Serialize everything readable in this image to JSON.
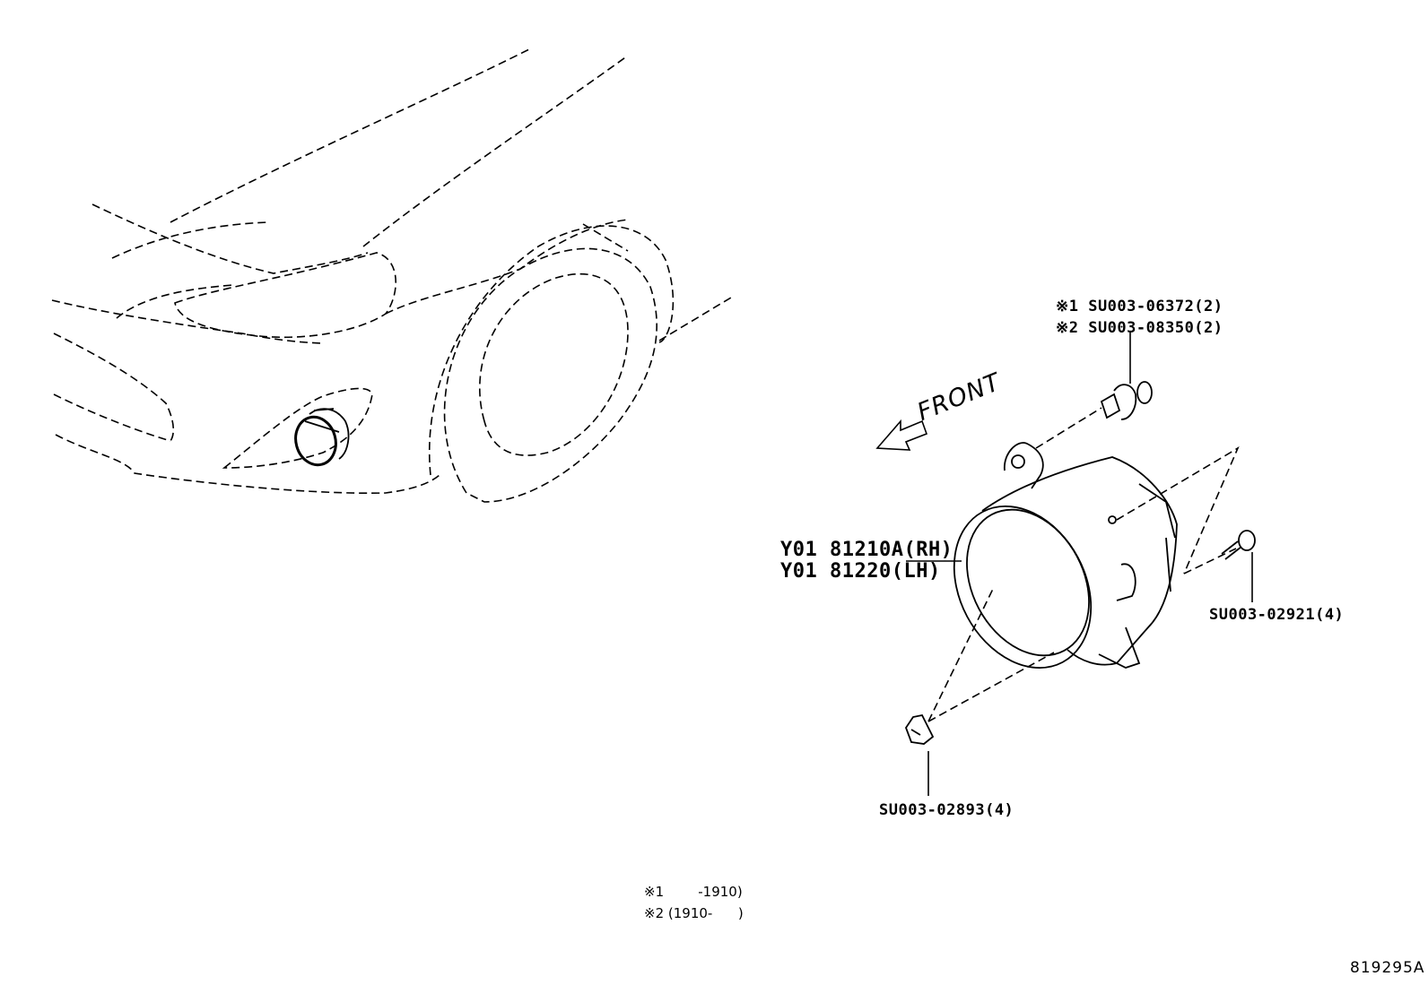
{
  "diagram": {
    "direction_label": "FRONT",
    "fog_lamp_part_rh": "Y01 81210A(RH)",
    "fog_lamp_part_lh": "Y01 81220(LH)",
    "screw_part_v1": "※1 SU003-06372(2)",
    "screw_part_v2": "※2 SU003-08350(2)",
    "bolt_part": "SU003-02921(4)",
    "clip_part": "SU003-02893(4)",
    "note_1": "※1        -1910)",
    "note_2": "※2 (1910-      )",
    "figure_code": "819295A"
  }
}
